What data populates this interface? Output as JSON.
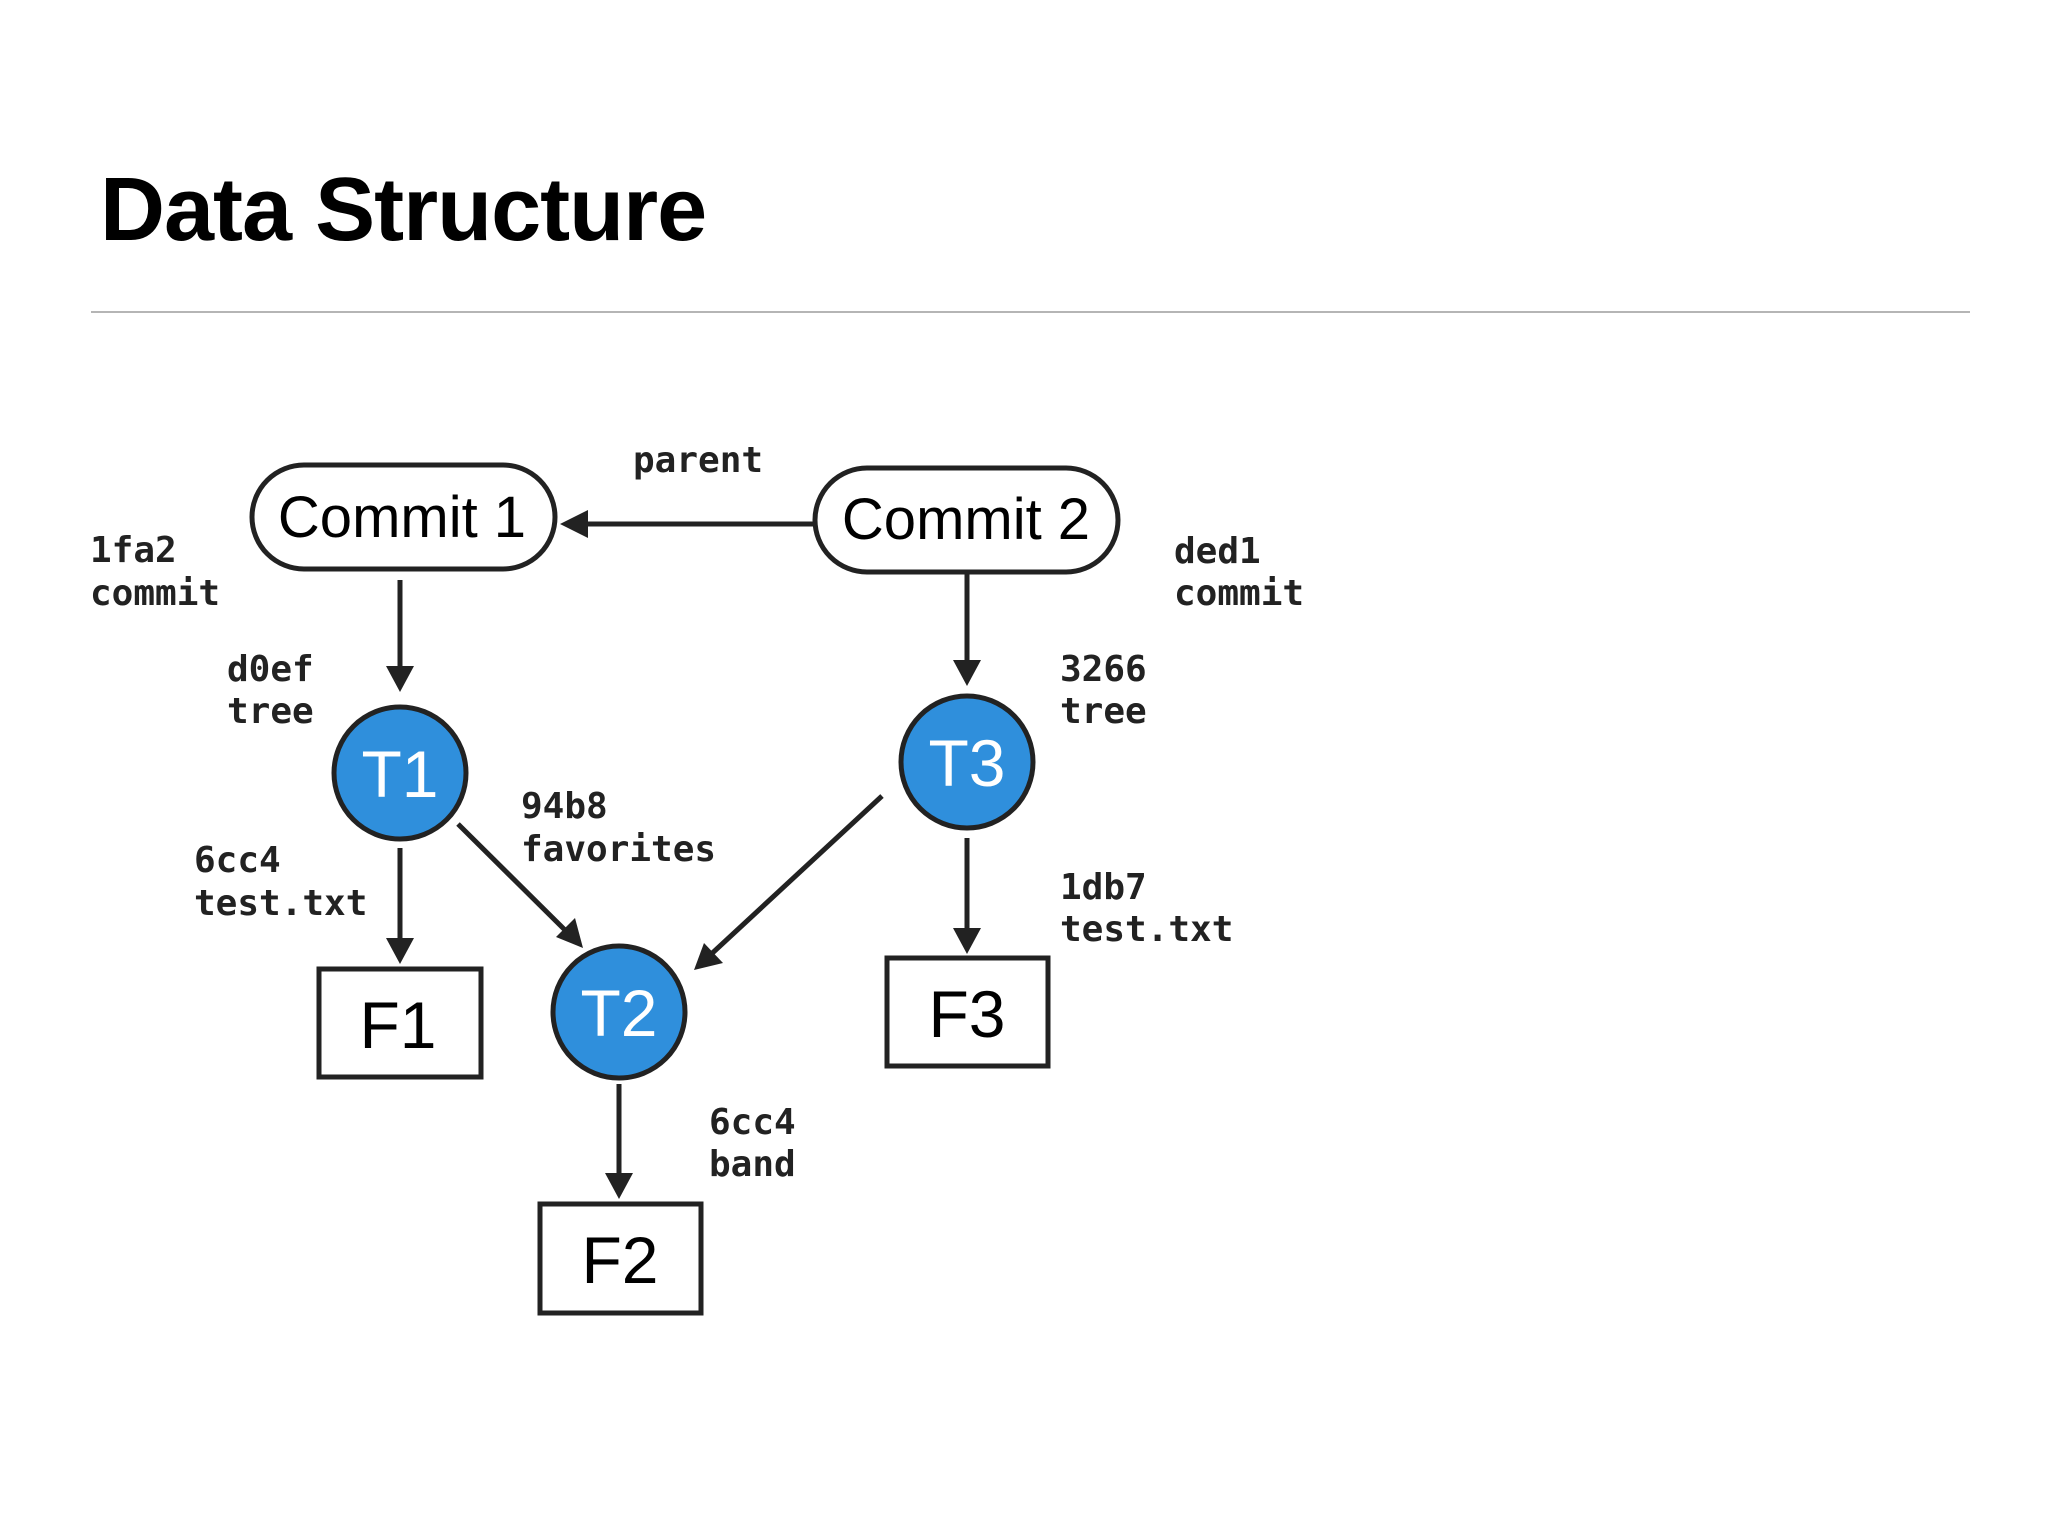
{
  "slide": {
    "title": "Data Structure"
  },
  "diagram": {
    "commits": [
      {
        "label": "Commit 1",
        "hash": "1fa2",
        "kind": "commit"
      },
      {
        "label": "Commit 2",
        "hash": "ded1",
        "kind": "commit"
      }
    ],
    "trees": [
      {
        "label": "T1",
        "hash": "d0ef",
        "kind": "tree"
      },
      {
        "label": "T2",
        "hash": "94b8",
        "kind": "favorites"
      },
      {
        "label": "T3",
        "hash": "3266",
        "kind": "tree"
      }
    ],
    "files": [
      {
        "label": "F1",
        "hash": "6cc4",
        "kind": "test.txt"
      },
      {
        "label": "F2",
        "hash": "6cc4",
        "kind": "band"
      },
      {
        "label": "F3",
        "hash": "1db7",
        "kind": "test.txt"
      }
    ],
    "edge_labels": {
      "parent": "parent"
    },
    "colors": {
      "tree_fill": "#2f8fdc",
      "stroke": "#222222",
      "rule": "#b5b5b5"
    }
  }
}
